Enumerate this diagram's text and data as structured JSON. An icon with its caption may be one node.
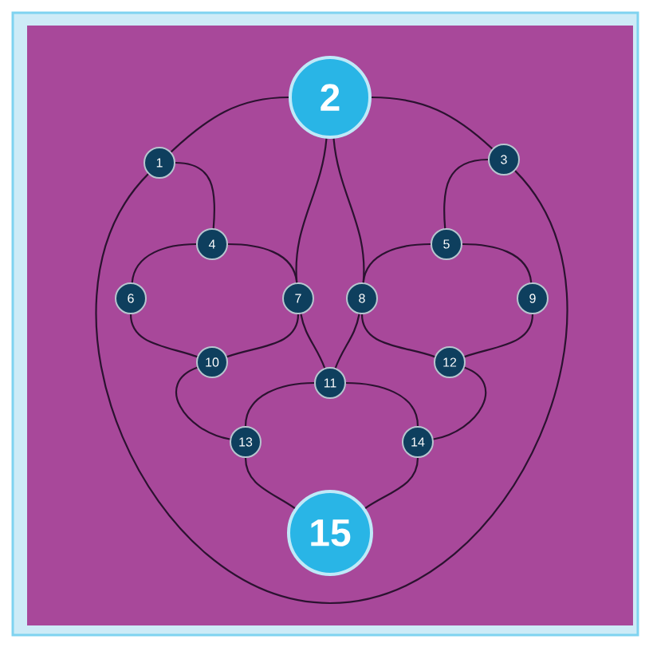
{
  "diagram": {
    "nodes": [
      {
        "text": [
          "2"
        ]
      },
      {
        "text": [
          "1"
        ]
      },
      {
        "text": [
          "3"
        ]
      },
      {
        "text": [
          "4"
        ]
      },
      {
        "text": [
          "5"
        ]
      },
      {
        "text": [
          "6"
        ]
      },
      {
        "text": [
          "7"
        ]
      },
      {
        "text": [
          "8"
        ]
      },
      {
        "text": [
          "9"
        ]
      },
      {
        "text": [
          "10"
        ]
      },
      {
        "text": [
          "11"
        ]
      },
      {
        "text": [
          "12"
        ]
      },
      {
        "text": [
          "13"
        ]
      },
      {
        "text": [
          "14"
        ]
      },
      {
        "text": [
          "15"
        ]
      }
    ],
    "edges": [
      {
        "from": 0,
        "to": 1,
        "arrow": "none"
      },
      {
        "from": 0,
        "to": 2,
        "arrow": "none"
      },
      {
        "from": 1,
        "to": 2,
        "arrow": "none"
      },
      {
        "from": 1,
        "to": 3,
        "arrow": "none"
      },
      {
        "from": 2,
        "to": 4,
        "arrow": "none"
      },
      {
        "from": 0,
        "to": 6,
        "arrow": "none"
      },
      {
        "from": 0,
        "to": 7,
        "arrow": "none"
      },
      {
        "from": 3,
        "to": 5,
        "arrow": "none"
      },
      {
        "from": 3,
        "to": 6,
        "arrow": "none"
      },
      {
        "from": 4,
        "to": 7,
        "arrow": "none"
      },
      {
        "from": 4,
        "to": 8,
        "arrow": "none"
      },
      {
        "from": 5,
        "to": 9,
        "arrow": "none"
      },
      {
        "from": 6,
        "to": 9,
        "arrow": "none"
      },
      {
        "from": 7,
        "to": 11,
        "arrow": "none"
      },
      {
        "from": 8,
        "to": 11,
        "arrow": "none"
      },
      {
        "from": 6,
        "to": 10,
        "arrow": "none"
      },
      {
        "from": 7,
        "to": 10,
        "arrow": "none"
      },
      {
        "from": 9,
        "to": 12,
        "arrow": "none"
      },
      {
        "from": 11,
        "to": 13,
        "arrow": "none"
      },
      {
        "from": 10,
        "to": 12,
        "arrow": "none"
      },
      {
        "from": 10,
        "to": 13,
        "arrow": "none"
      },
      {
        "from": 12,
        "to": 14,
        "arrow": "none"
      },
      {
        "from": 13,
        "to": 14,
        "arrow": "none"
      }
    ]
  }
}
